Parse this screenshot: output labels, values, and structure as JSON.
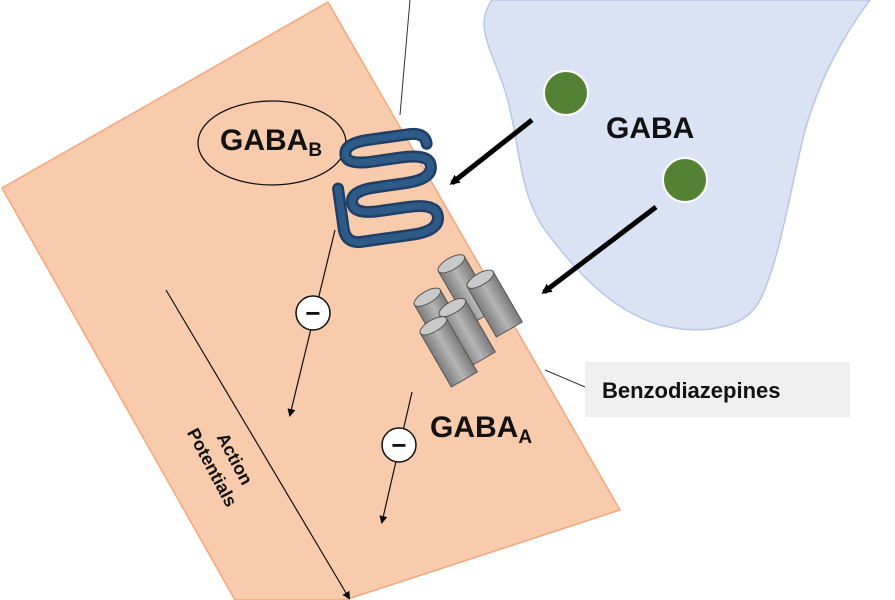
{
  "labels": {
    "gaba": "GABA",
    "gaba_b_main": "GABA",
    "gaba_b_sub": "B",
    "gaba_a_main": "GABA",
    "gaba_a_sub": "A",
    "benzodiazepines": "Benzodiazepines",
    "action": "Action",
    "potentials": "Potentials",
    "minus_1": "−",
    "minus_2": "−"
  },
  "colors": {
    "postsynaptic_fill": "#f8cbad",
    "postsynaptic_stroke": "#f4a57a",
    "presynaptic_fill": "#dae3f3",
    "presynaptic_stroke": "#b4c7e7",
    "gaba_dot": "#548235",
    "receptor_b": "#2e5a88",
    "channel_gray": "#9a9a9a",
    "label_box": "#efefef"
  },
  "icons": {
    "gaba_b_receptor": "gpcr-serpentine-icon",
    "gaba_a_channel": "ion-channel-cylinders-icon"
  }
}
